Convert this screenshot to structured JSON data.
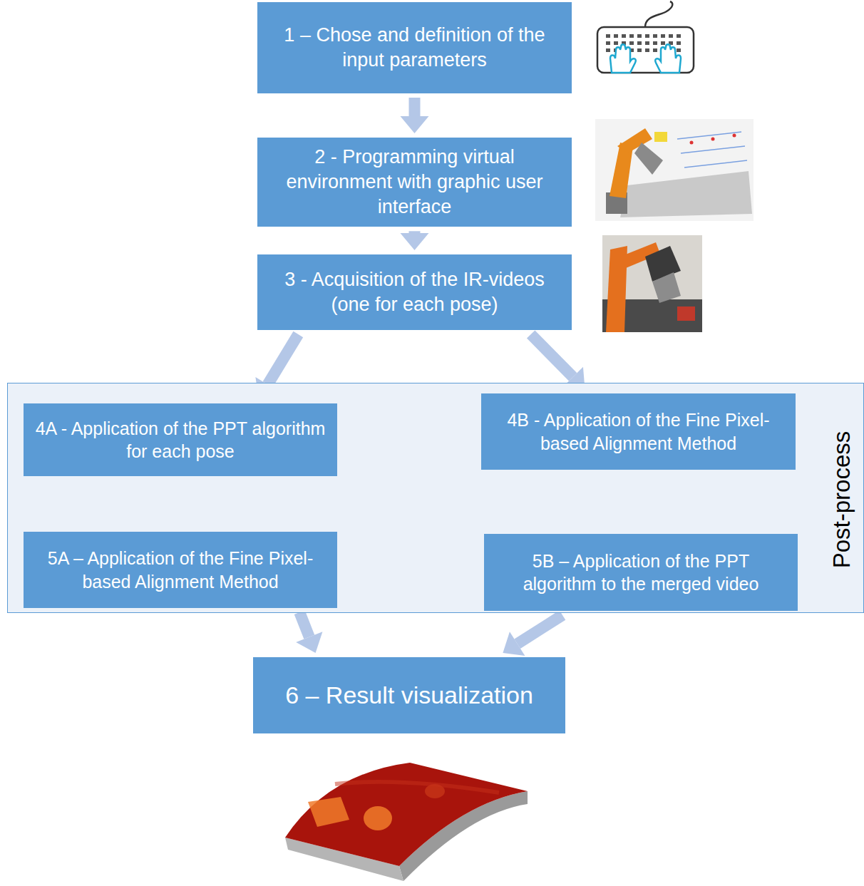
{
  "diagram": {
    "nodes": [
      {
        "text": [
          "1 – Chose and definition of the input parameters"
        ]
      },
      {
        "text": [
          "2 - Programming virtual environment with graphic user interface"
        ]
      },
      {
        "text": [
          "3 - Acquisition of the IR-videos (one for each pose)"
        ]
      },
      {
        "text": [
          "Post-process"
        ]
      },
      {
        "text": [
          "4A - Application of the PPT algorithm for each pose"
        ],
        "in": 3
      },
      {
        "text": [
          "4B - Application of the Fine Pixel-based Alignment Method"
        ],
        "in": 3
      },
      {
        "text": [
          "5A – Application of the Fine Pixel-based Alignment Method"
        ],
        "in": 3
      },
      {
        "text": [
          "5B – Application of the PPT algorithm to the merged video"
        ],
        "in": 3
      },
      {
        "text": [
          "6 – Result visualization"
        ]
      }
    ],
    "edges": [
      {
        "from": 0,
        "to": 1,
        "arrow": "to"
      },
      {
        "from": 1,
        "to": 2,
        "arrow": "to"
      },
      {
        "from": 2,
        "to": 4,
        "arrow": "to"
      },
      {
        "from": 2,
        "to": 5,
        "arrow": "to"
      },
      {
        "from": 4,
        "to": 6,
        "arrow": "to"
      },
      {
        "from": 5,
        "to": 7,
        "arrow": "to"
      },
      {
        "from": 6,
        "to": 8,
        "arrow": "to"
      },
      {
        "from": 7,
        "to": 8,
        "arrow": "to"
      }
    ]
  }
}
